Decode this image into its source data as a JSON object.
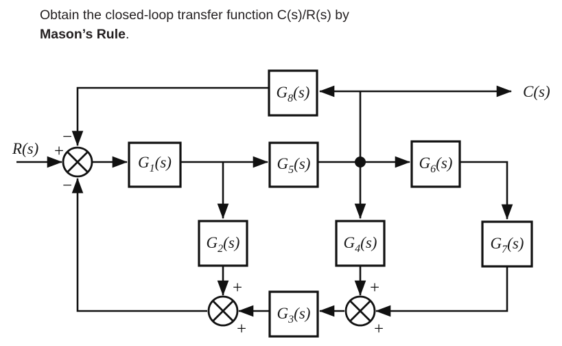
{
  "prompt": {
    "line1": "Obtain the closed-loop transfer function C(s)/R(s) by",
    "line2_bold": "Mason’s Rule",
    "line2_tail": "."
  },
  "diagram": {
    "type": "control-system-block-diagram",
    "signals": {
      "input_label": "R(s)",
      "output_label": "C(s)"
    },
    "blocks": [
      {
        "id": "G1",
        "base": "G",
        "sub": "1",
        "arg": "(s)",
        "label": "G1(s)"
      },
      {
        "id": "G2",
        "base": "G",
        "sub": "2",
        "arg": "(s)",
        "label": "G2(s)"
      },
      {
        "id": "G3",
        "base": "G",
        "sub": "3",
        "arg": "(s)",
        "label": "G3(s)"
      },
      {
        "id": "G4",
        "base": "G",
        "sub": "4",
        "arg": "(s)",
        "label": "G4(s)"
      },
      {
        "id": "G5",
        "base": "G",
        "sub": "5",
        "arg": "(s)",
        "label": "G5(s)"
      },
      {
        "id": "G6",
        "base": "G",
        "sub": "6",
        "arg": "(s)",
        "label": "G6(s)"
      },
      {
        "id": "G7",
        "base": "G",
        "sub": "7",
        "arg": "(s)",
        "label": "G7(s)"
      },
      {
        "id": "G8",
        "base": "G",
        "sub": "8",
        "arg": "(s)",
        "label": "G8(s)"
      }
    ],
    "summing_junctions": [
      {
        "id": "sum-input",
        "signs": {
          "left": "+",
          "top": "−",
          "bottom": "−"
        }
      },
      {
        "id": "sum-left-bottom",
        "signs": {
          "top": "+",
          "right": "+"
        }
      },
      {
        "id": "sum-right-bottom",
        "signs": {
          "top": "+",
          "right": "+"
        }
      }
    ],
    "colors": {
      "line": "#111111",
      "text": "#1a1a1a",
      "background": "#ffffff",
      "prompt_text": "#231f20"
    }
  }
}
